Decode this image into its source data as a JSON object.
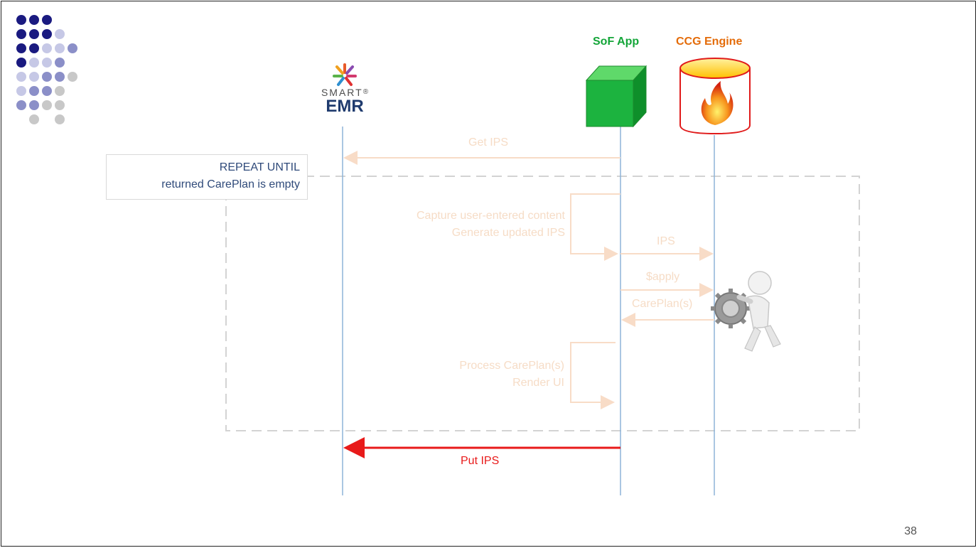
{
  "slide": {
    "page_number": "38"
  },
  "actors": {
    "emr": {
      "logo_text": "SMART",
      "logo_reg": "®",
      "label": "EMR"
    },
    "sof": {
      "label": "SoF App",
      "color": "#13a538"
    },
    "ccg": {
      "label": "CCG Engine",
      "color": "#e46c0a"
    }
  },
  "loop": {
    "line1": "REPEAT UNTIL",
    "line2": "returned CarePlan is empty"
  },
  "messages": {
    "get_ips": "Get IPS",
    "capture_line1": "Capture user-entered content",
    "capture_line2": "Generate updated IPS",
    "ips": "IPS",
    "apply": "$apply",
    "careplans": "CarePlan(s)",
    "process_line1": "Process CarePlan(s)",
    "process_line2": "Render UI",
    "put_ips": "Put IPS"
  },
  "colors": {
    "lifeline": "#8eb4d8",
    "faded_arrow": "#f8dcc7",
    "active_arrow": "#e81a1a",
    "dot_dark": "#1a1a80",
    "dot_mid": "#8b8fc8",
    "dot_light": "#c6c8e6",
    "dot_gray": "#c8c8c8"
  }
}
